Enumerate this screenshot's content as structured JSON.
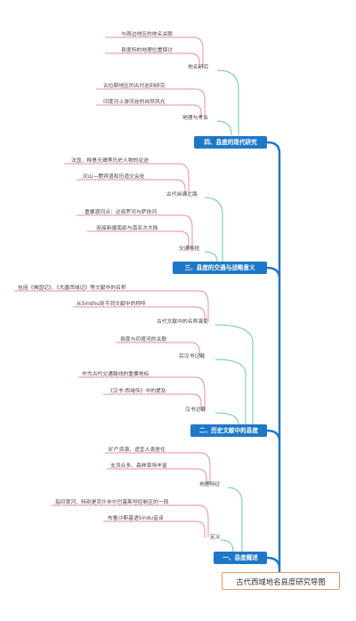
{
  "root": {
    "title": "古代西域地名县度研究导图"
  },
  "sections": [
    {
      "label": "四、县度的现代研究",
      "subs": [
        {
          "label": "地名研究",
          "leaves": [
            "与周边地区的地名关联",
            "县度所的地理位置探讨"
          ]
        },
        {
          "label": "地理与考古",
          "leaves": [
            "古拉斯地区的古代岩刻研究",
            "印度河上游河谷的自然风光"
          ]
        }
      ]
    },
    {
      "label": "三、县度的交通与战略意义",
      "subs": [
        {
          "label": "古代丝绸之路",
          "leaves": [
            "法显、释昙无竭等历史人物的足迹",
            "庆山—罽宾道和历道交会处"
          ]
        },
        {
          "label": "交通枢纽",
          "leaves": [
            "重要渡河点：达丽罗河与萨依河",
            "连接新疆南部与南亚次大陆"
          ]
        }
      ]
    },
    {
      "label": "二、历史文献中的县度",
      "subs": [
        {
          "label": "古代文献中的名称演变",
          "leaves": [
            "包括《佛国记》、《大唐西域记》等文献中的名称",
            "从Sindhu到不同文献中的称呼"
          ]
        },
        {
          "label": "后汉书记载",
          "leaves": [
            "县度与印度河的关联"
          ]
        },
        {
          "label": "汉书记载",
          "leaves": [
            "作为古代交通路线的重要地标",
            "《汉书·西域传》中的提及"
          ]
        }
      ]
    },
    {
      "label": "一、县度概述",
      "subs": [
        {
          "label": "地理特征",
          "leaves": [
            "矿产资源、适宜人类居住",
            "支流众多、森林草场丰富"
          ]
        },
        {
          "label": "定义",
          "leaves": [
            "指印度河、特别是克什米尔巴基斯坦控制区的一段",
            "布鲁沙斯基语Sindu音译"
          ]
        }
      ]
    }
  ],
  "colors": {
    "trunk": "#1e78c8",
    "section_fill": "#1e78c8",
    "sub_branch": "#67c9b0",
    "leaf_branch": "#f08c9a",
    "root_border": "#e39b5d"
  }
}
